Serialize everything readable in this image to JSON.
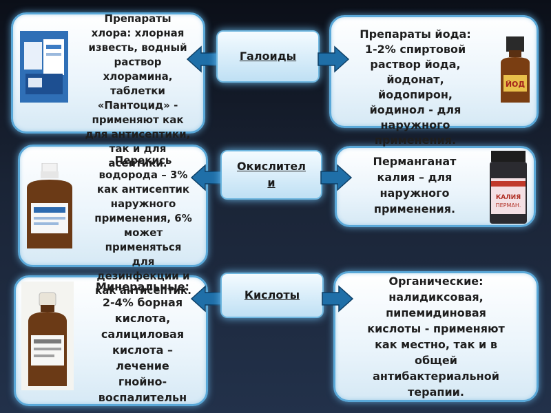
{
  "categories": {
    "halogens": "Галоиды",
    "oxidizers": "Окислител\nи",
    "acids": "Кислоты"
  },
  "cards": {
    "chlorine": "Препараты\nхлора: хлорная\nизвесть, водный\nраствор\nхлорамина,\nтаблетки\n«Пантоцид» -\nприменяют как\nдля антисептики,\nтак и для\nасептики.",
    "iodine": "Препараты йода:\n1-2% спиртовой\nраствор йода,\nйодонат,\nйодопирон,\nйодинол - для\nнаружного\nприменения.",
    "peroxide": "Перекись\nводорода – 3%\nкак антисептик\nнаружного\nприменения, 6%\nможет\nприменяться\nдля\nдезинфекции и\nкак антисептик.",
    "permanganate": "Перманганат\nкалия – для\nнаружного\nприменения.",
    "mineral": "Минеральные:\n2-4% борная\nкислота,\nсалициловая\nкислота –\nлечение\nгнойно-\nвоспалительн",
    "organic": "Органические:\nналидиксовая,\nпипемидиновая\nкислоты -  применяют\nкак местно, так и в\nобщей\nантибактериальной\nтерапии."
  },
  "colors": {
    "card_border": "#5aa8d8",
    "arrow": "#1f6fa8",
    "background": "#1a2436"
  }
}
